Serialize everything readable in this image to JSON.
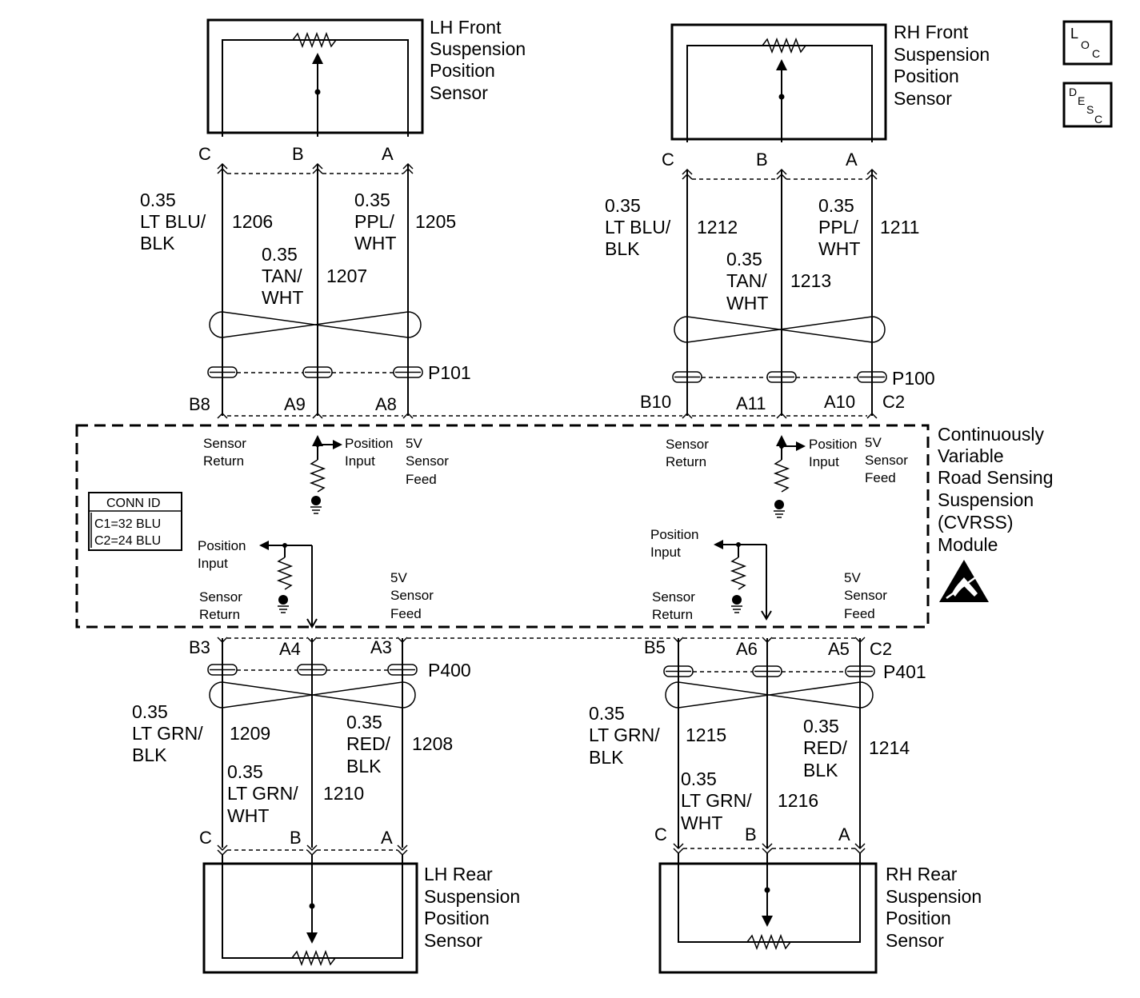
{
  "sensors": {
    "lh_front": [
      "LH Front",
      "Suspension",
      "Position",
      "Sensor"
    ],
    "rh_front": [
      "RH Front",
      "Suspension",
      "Position",
      "Sensor"
    ],
    "lh_rear": [
      "LH Rear",
      "Suspension",
      "Position",
      "Sensor"
    ],
    "rh_rear": [
      "RH Rear",
      "Suspension",
      "Position",
      "Sensor"
    ]
  },
  "pins": {
    "a": "A",
    "b": "B",
    "c": "C"
  },
  "wires": {
    "lhf_c": {
      "gauge": "0.35",
      "color1": "LT BLU/",
      "color2": "BLK",
      "circuit": "1206"
    },
    "lhf_b": {
      "gauge": "0.35",
      "color1": "TAN/",
      "color2": "WHT",
      "circuit": "1207"
    },
    "lhf_a": {
      "gauge": "0.35",
      "color1": "PPL/",
      "color2": "WHT",
      "circuit": "1205"
    },
    "rhf_c": {
      "gauge": "0.35",
      "color1": "LT BLU/",
      "color2": "BLK",
      "circuit": "1212"
    },
    "rhf_b": {
      "gauge": "0.35",
      "color1": "TAN/",
      "color2": "WHT",
      "circuit": "1213"
    },
    "rhf_a": {
      "gauge": "0.35",
      "color1": "PPL/",
      "color2": "WHT",
      "circuit": "1211"
    },
    "lhr_c": {
      "gauge": "0.35",
      "color1": "LT GRN/",
      "color2": "BLK",
      "circuit": "1209"
    },
    "lhr_b": {
      "gauge": "0.35",
      "color1": "LT GRN/",
      "color2": "WHT",
      "circuit": "1210"
    },
    "lhr_a": {
      "gauge": "0.35",
      "color1": "RED/",
      "color2": "BLK",
      "circuit": "1208"
    },
    "rhr_c": {
      "gauge": "0.35",
      "color1": "LT GRN/",
      "color2": "BLK",
      "circuit": "1215"
    },
    "rhr_b": {
      "gauge": "0.35",
      "color1": "LT GRN/",
      "color2": "WHT",
      "circuit": "1216"
    },
    "rhr_a": {
      "gauge": "0.35",
      "color1": "RED/",
      "color2": "BLK",
      "circuit": "1214"
    }
  },
  "inline": {
    "p101": "P101",
    "p100": "P100",
    "p400": "P400",
    "p401": "P401"
  },
  "module_pins": {
    "b8": "B8",
    "a9": "A9",
    "a8": "A8",
    "b10": "B10",
    "a11": "A11",
    "a10": "A10",
    "c2_top": "C2",
    "b3": "B3",
    "a4": "A4",
    "a3": "A3",
    "b5": "B5",
    "a6": "A6",
    "a5": "A5",
    "c2_bot": "C2"
  },
  "module_internal": {
    "sensor": "Sensor",
    "return": "Return",
    "position": "Position",
    "input": "Input",
    "fivev": "5V",
    "sensor2": "Sensor",
    "feed": "Feed"
  },
  "conn_id": {
    "title": "CONN ID",
    "c1": "C1=32 BLU",
    "c2": "C2=24 BLU"
  },
  "module_name": [
    "Continuously",
    "Variable",
    "Road Sensing",
    "Suspension",
    "(CVRSS)",
    "Module"
  ],
  "legend": {
    "loc": {
      "l": "L",
      "o": "O",
      "c": "C"
    },
    "desc": {
      "d": "D",
      "e": "E",
      "s": "S",
      "c": "C"
    }
  }
}
